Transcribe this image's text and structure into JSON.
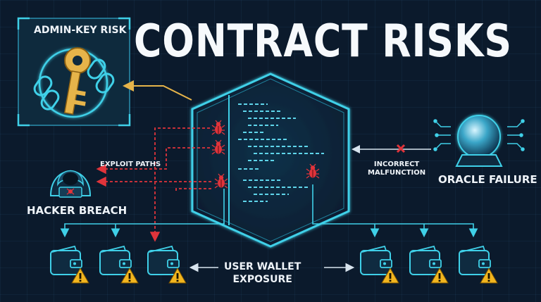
{
  "title": "CONTRACT RISKS",
  "admin_key_risk": "ADMIN-KEY RISK",
  "hacker_breach": "HACKER BREACH",
  "exploit_paths": "EXPLOIT PATHS",
  "incorrect_malfunction": [
    "INCORRECT",
    "MALFUNCTION"
  ],
  "oracle_failure": "ORACLE FAILURE",
  "user_wallet_exposure": [
    "USER WALLET",
    "EXPOSURE"
  ],
  "icons": {
    "admin_key": "key-broken-chain-icon",
    "hacker": "hooded-hacker-icon",
    "oracle": "crystal-ball-icon",
    "bug": "bug-icon",
    "wallet": "wallet-icon",
    "warning": "warning-icon",
    "error": "x-mark-icon"
  },
  "colors": {
    "background": "#0b1a2c",
    "cyan": "#3fd0e8",
    "danger_red": "#e0343b",
    "warning_yellow": "#f2b51e",
    "key_gold": "#e6b44a",
    "text": "#eef3f8"
  }
}
